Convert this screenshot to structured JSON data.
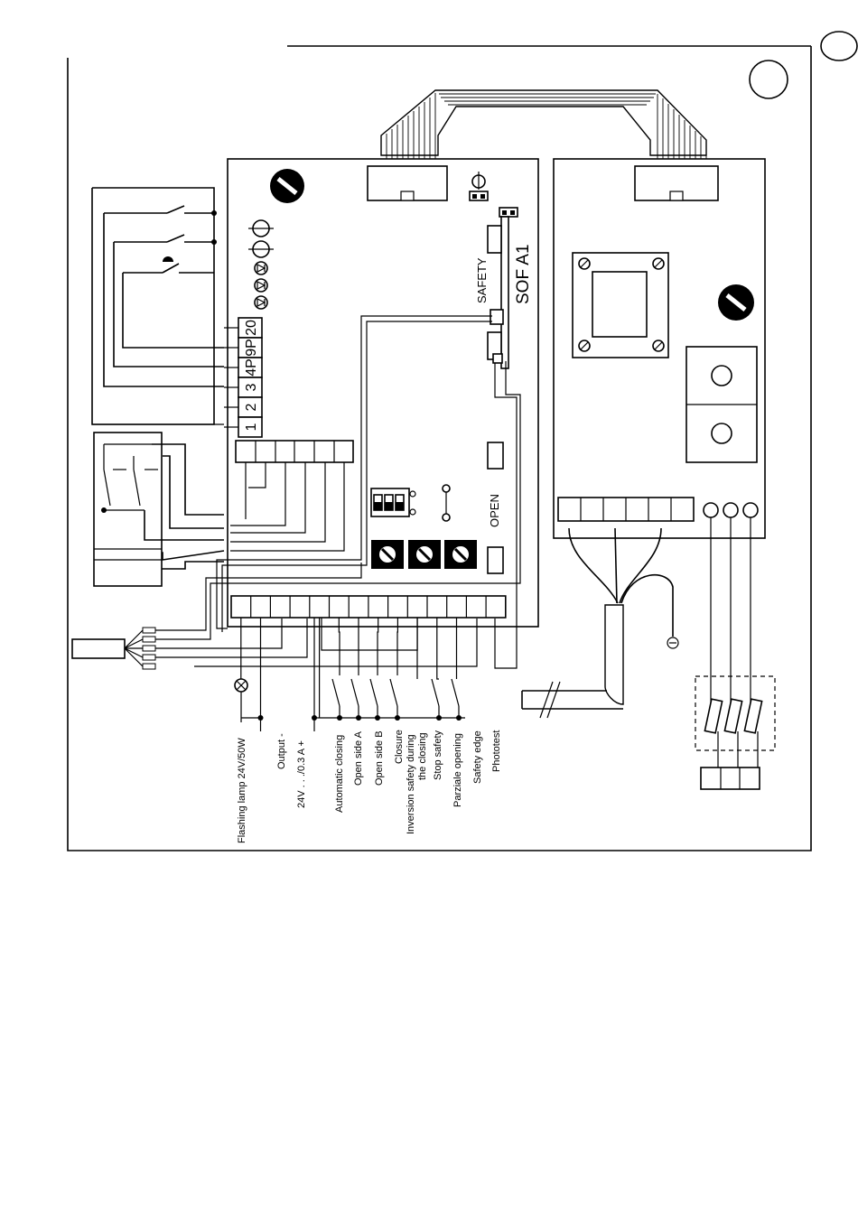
{
  "board": {
    "title": "SOF A1",
    "safety_label": "SAFETY",
    "open_label": "OPEN"
  },
  "terminal_strip": {
    "labels": [
      "20",
      "9P",
      "4P",
      "3",
      "2",
      "1"
    ]
  },
  "connections": {
    "labels": [
      "Flashing lamp 24V/50W",
      "Output -",
      "24V . . ./0.3 A +",
      "Automatic closing",
      "Open side A",
      "Open side B",
      "Closure",
      "Inversion safety during",
      "the closing",
      "Stop safety",
      "Parziale opening",
      "Safety edge",
      "Phototest"
    ]
  },
  "colors": {
    "ink": "#000000",
    "paper": "#ffffff"
  }
}
